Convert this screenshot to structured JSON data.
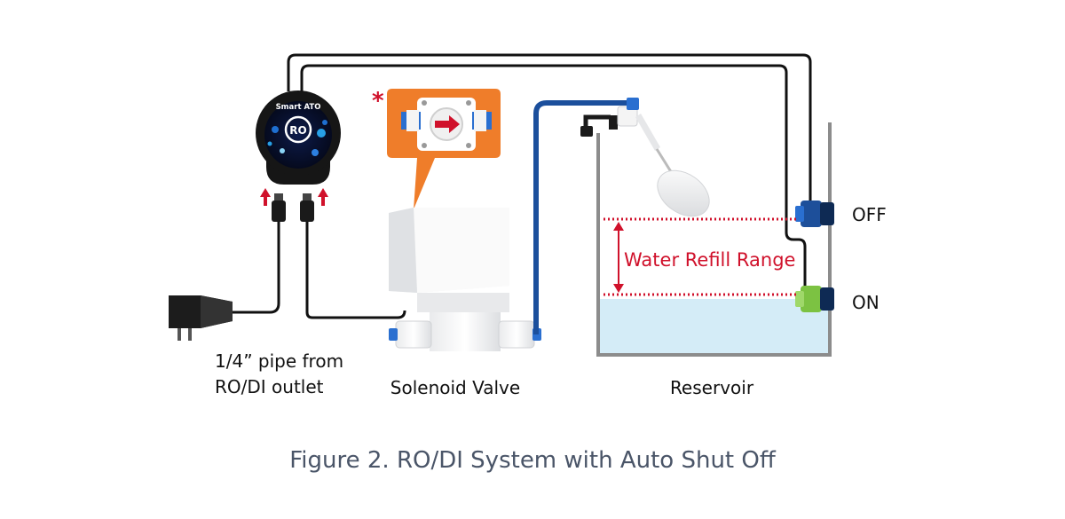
{
  "controller": {
    "brand": "Smart ATO",
    "badge": "RO"
  },
  "labels": {
    "pipe_line1": "1/4” pipe from",
    "pipe_line2": "RO/DI outlet",
    "solenoid": "Solenoid Valve",
    "reservoir": "Reservoir",
    "sensor_off": "OFF",
    "sensor_on": "ON",
    "refill_range": "Water Refill Range",
    "asterisk": "*"
  },
  "caption": "Figure 2. RO/DI System with Auto Shut Off",
  "colors": {
    "pipe_blue": "#1b4f9c",
    "wire": "#111111",
    "accent_red": "#d0112b",
    "callout_orange": "#ef7d2a",
    "water": "#d4ecf7",
    "tank_gray": "#8c8c8c",
    "sensor_on_green": "#7cc242",
    "caption_text": "#4a5568"
  }
}
